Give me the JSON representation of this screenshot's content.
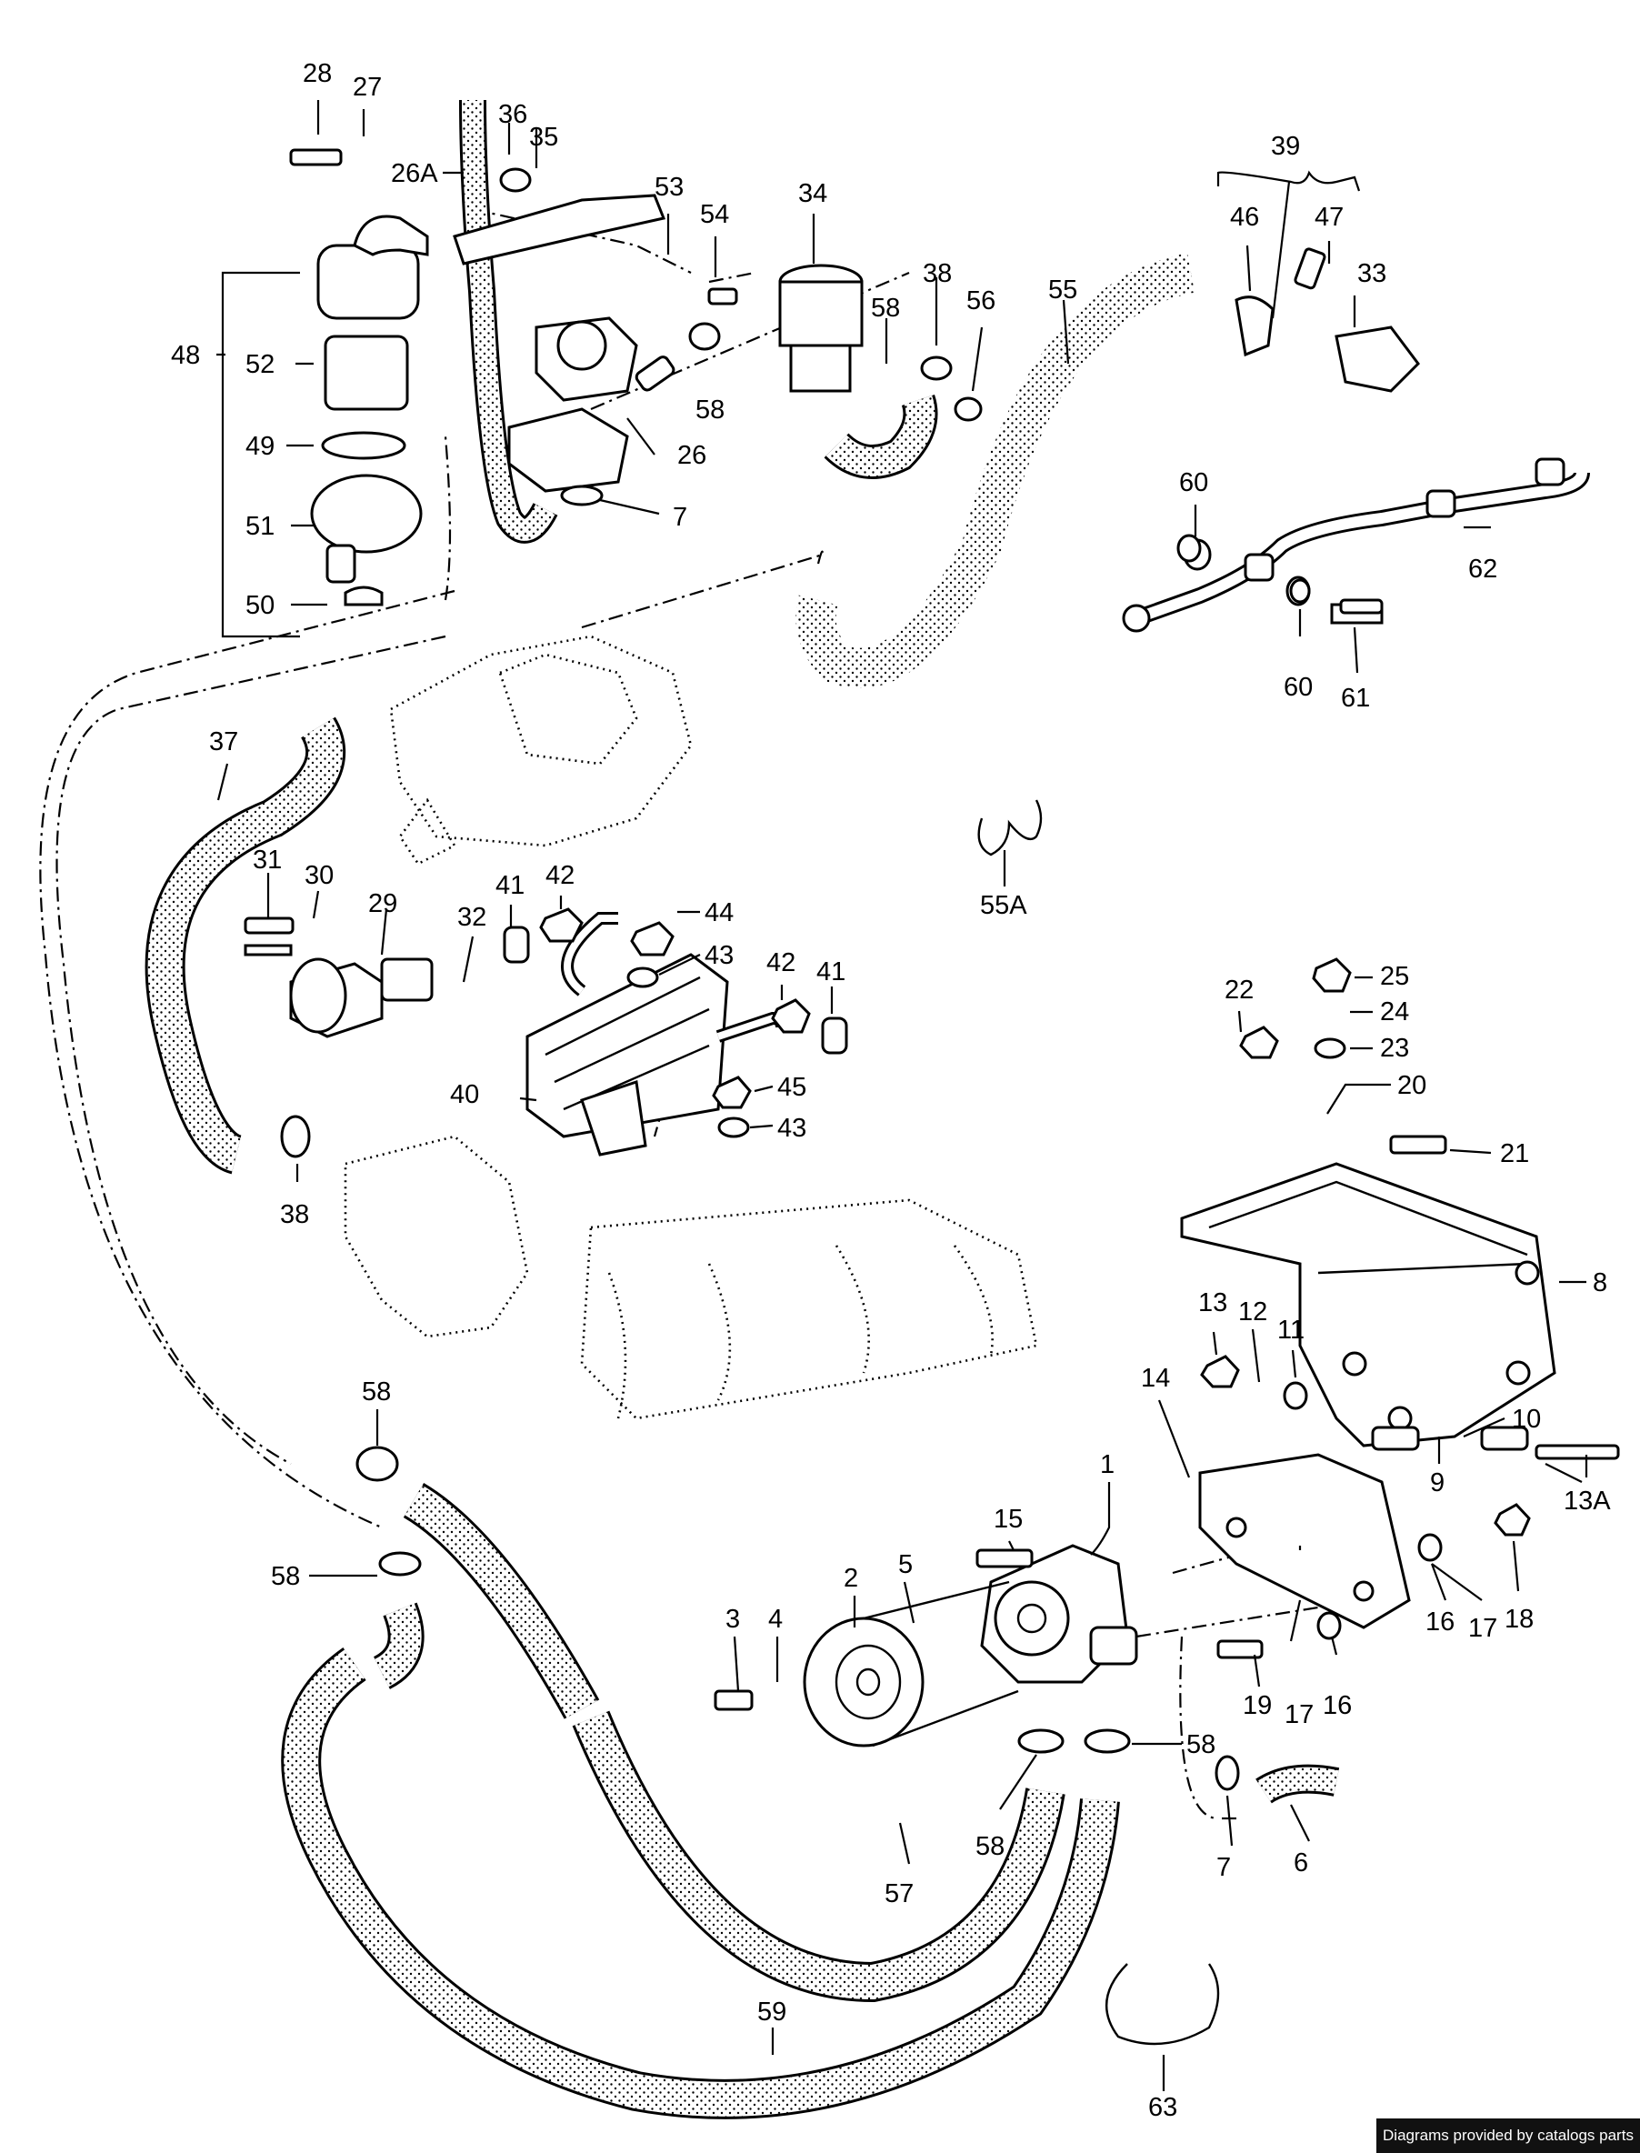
{
  "diagram": {
    "callouts": [
      "28",
      "27",
      "26A",
      "36",
      "35",
      "53",
      "54",
      "34",
      "38",
      "58",
      "56",
      "55",
      "39",
      "46",
      "47",
      "33",
      "48",
      "52",
      "49",
      "51",
      "50",
      "26",
      "7",
      "60",
      "62",
      "61",
      "37",
      "31",
      "30",
      "29",
      "32",
      "41",
      "42",
      "44",
      "43",
      "40",
      "45",
      "55A",
      "22",
      "25",
      "24",
      "23",
      "20",
      "21",
      "8",
      "13",
      "12",
      "11",
      "14",
      "10",
      "9",
      "13A",
      "15",
      "1",
      "2",
      "5",
      "3",
      "4",
      "57",
      "59",
      "63",
      "6",
      "16",
      "17",
      "18",
      "19"
    ],
    "credit": "Diagrams provided by catalogs parts"
  }
}
